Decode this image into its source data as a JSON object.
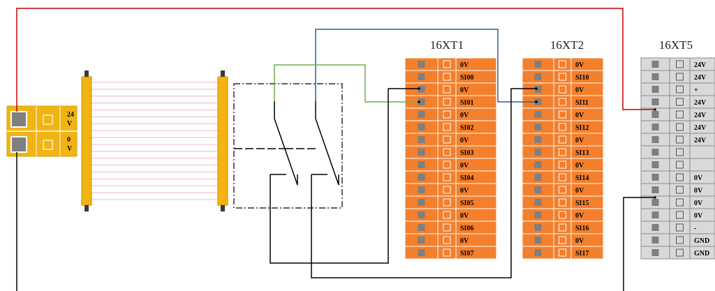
{
  "colors": {
    "terminal_orange": "#f47f2c",
    "terminal_gray": "#d9d9d9",
    "gray_border": "#8c8c8c",
    "pin_square": "#7f7f7f",
    "curtain_yellow": "#f2b412",
    "beam_pink": "#f4b3be",
    "wire_red": "#c00000",
    "wire_blue": "#2e5f9e",
    "wire_green": "#6ab04c",
    "wire_black": "#000000"
  },
  "power_supply": {
    "label_top": [
      "24",
      "V"
    ],
    "label_bottom": [
      "0",
      "V"
    ]
  },
  "light_curtain": {
    "beam_count": 18
  },
  "safety_contacts": {
    "count": 2
  },
  "terminal_blocks": [
    {
      "id": "16XT1",
      "title": "16XT1",
      "style": "orange",
      "labels": [
        "0V",
        "SI00",
        "0V",
        "SI01",
        "0V",
        "SI02",
        "0V",
        "SI03",
        "0V",
        "SI04",
        "0V",
        "SI05",
        "0V",
        "SI06",
        "0V",
        "SI07"
      ]
    },
    {
      "id": "16XT2",
      "title": "16XT2",
      "style": "orange",
      "labels": [
        "0V",
        "SI10",
        "0V",
        "SI11",
        "0V",
        "SI12",
        "0V",
        "SI13",
        "0V",
        "SI14",
        "0V",
        "SI15",
        "0V",
        "SI16",
        "0V",
        "SI17"
      ]
    },
    {
      "id": "16XT5",
      "title": "16XT5",
      "style": "gray",
      "labels": [
        "24V",
        "24V",
        "+",
        "24V",
        "24V",
        "24V",
        "24V",
        "",
        "",
        "0V",
        "0V",
        "0V",
        "0V",
        "-",
        "GND",
        "GND"
      ]
    }
  ]
}
